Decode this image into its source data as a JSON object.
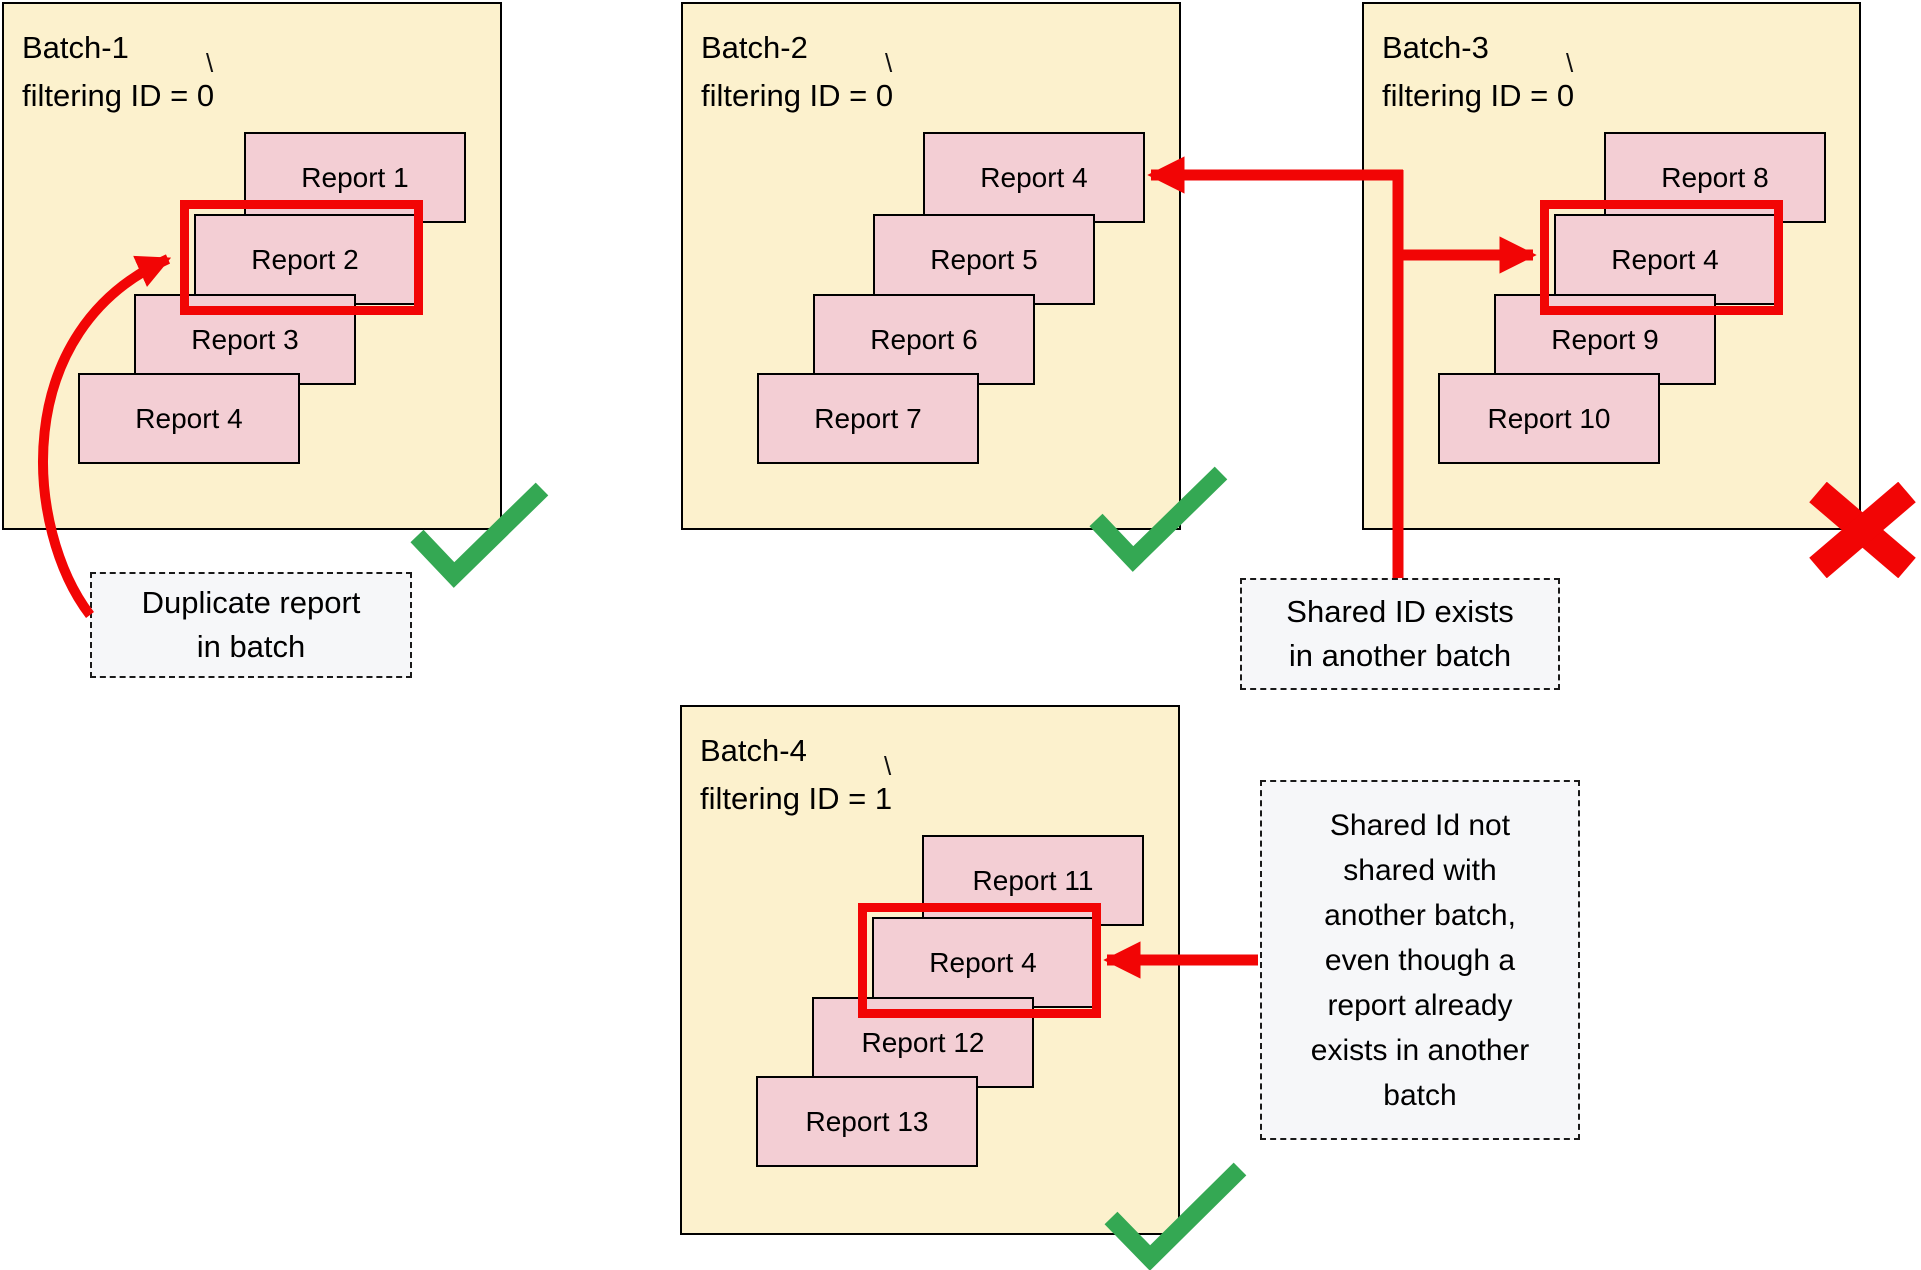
{
  "batches": [
    {
      "name": "Batch-1",
      "filter": "filtering ID = 0",
      "mark": "\\",
      "reports": [
        "Report 1",
        "Report 2",
        "Report 3",
        "Report 4"
      ],
      "highlighted_report": "Report 2",
      "status": "valid"
    },
    {
      "name": "Batch-2",
      "filter": "filtering ID = 0",
      "mark": "\\",
      "reports": [
        "Report 4",
        "Report 5",
        "Report 6",
        "Report 7"
      ],
      "highlighted_report": null,
      "status": "valid"
    },
    {
      "name": "Batch-3",
      "filter": "filtering ID = 0",
      "mark": "\\",
      "reports": [
        "Report 8",
        "Report 4",
        "Report 9",
        "Report 10"
      ],
      "highlighted_report": "Report 4",
      "status": "invalid"
    },
    {
      "name": "Batch-4",
      "filter": "filtering ID = 1",
      "mark": "\\",
      "reports": [
        "Report 11",
        "Report 4",
        "Report 12",
        "Report 13"
      ],
      "highlighted_report": "Report 4",
      "status": "valid"
    }
  ],
  "annotations": {
    "duplicate": {
      "lines": [
        "Duplicate report",
        "in batch"
      ]
    },
    "shared_exists": {
      "lines": [
        "Shared ID exists",
        "in another batch"
      ]
    },
    "shared_not": {
      "lines": [
        "Shared Id not",
        "shared with",
        "another batch,",
        "even though a",
        "report already",
        "exists in another",
        "batch"
      ]
    }
  },
  "colors": {
    "batch_fill": "#FCF1CD",
    "report_fill": "#F3CED4",
    "arrow_red": "#F20505",
    "check_green": "#34A853",
    "note_fill": "#F6F7F9"
  }
}
